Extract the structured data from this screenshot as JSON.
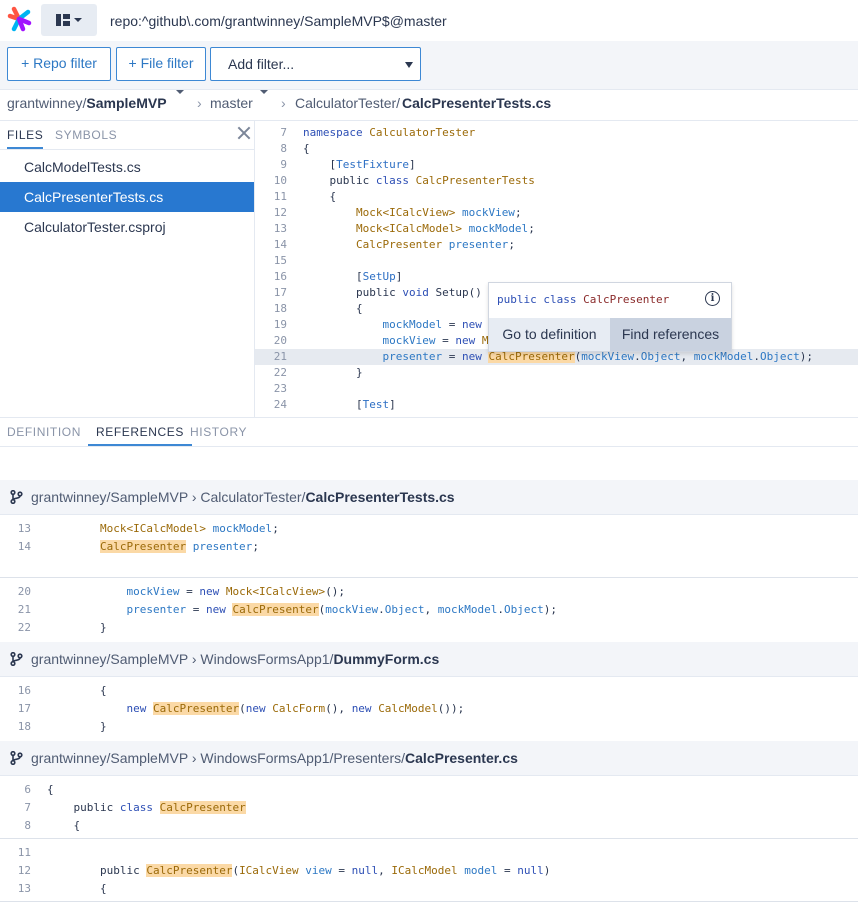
{
  "topbar": {
    "query": "repo:^github\\.com/grantwinney/SampleMVP$@master"
  },
  "filters": {
    "repo_filter": "+ Repo filter",
    "file_filter": "+ File filter",
    "add_filter": "Add filter..."
  },
  "breadcrumb": {
    "owner": "grantwinney/",
    "repo": "SampleMVP",
    "branch": "master",
    "folder": "CalculatorTester/",
    "file": "CalcPresenterTests.cs"
  },
  "left_panel": {
    "tabs": [
      "FILES",
      "SYMBOLS"
    ],
    "files": [
      "CalcModelTests.cs",
      "CalcPresenterTests.cs",
      "CalculatorTester.csproj"
    ]
  },
  "popup": {
    "signature": "public class CalcPresenter",
    "go_to_definition": "Go to definition",
    "find_references": "Find references"
  },
  "bottom_tabs": [
    "DEFINITION",
    "REFERENCES",
    "HISTORY"
  ],
  "reference_groups": [
    {
      "repo": "grantwinney/SampleMVP",
      "sep": " › ",
      "path": "CalculatorTester/",
      "file": "CalcPresenterTests.cs"
    },
    {
      "repo": "grantwinney/SampleMVP",
      "sep": " › ",
      "path": "WindowsFormsApp1/",
      "file": "DummyForm.cs"
    },
    {
      "repo": "grantwinney/SampleMVP",
      "sep": " › ",
      "path": "WindowsFormsApp1/Presenters/",
      "file": "CalcPresenter.cs"
    }
  ],
  "code_line_numbers": [
    "7",
    "8",
    "9",
    "10",
    "11",
    "12",
    "13",
    "14",
    "15",
    "16",
    "17",
    "18",
    "19",
    "20",
    "21",
    "22",
    "23",
    "24"
  ],
  "reference_line_numbers": {
    "g1": [
      "13",
      "14",
      "",
      "20",
      "21",
      "22"
    ],
    "g2": [
      "16",
      "17",
      "18"
    ],
    "g3": [
      "6",
      "7",
      "8",
      "11",
      "12",
      "13"
    ]
  },
  "colors": {
    "accent": "#2878d0",
    "highlight_match": "#fbd9a6",
    "keyword": "#2d4fb5",
    "type": "#9b6a09"
  }
}
